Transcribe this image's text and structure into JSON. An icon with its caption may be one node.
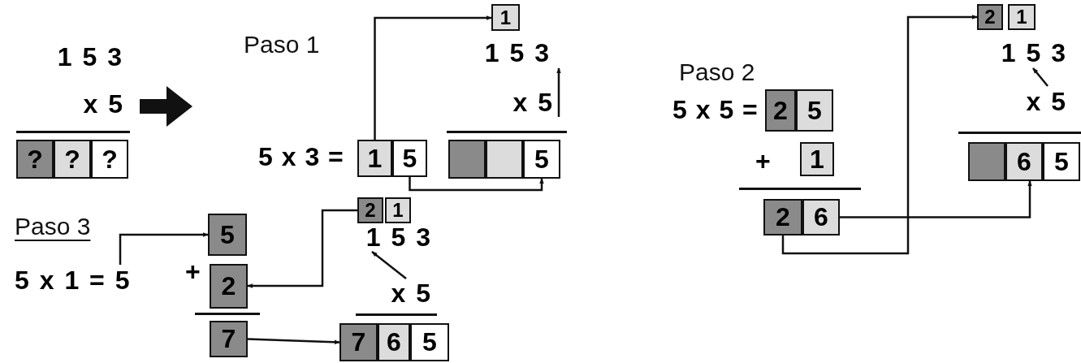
{
  "diagram": {
    "nodes": [
      {
        "text": [
          "?"
        ]
      },
      {
        "text": [
          "?"
        ]
      },
      {
        "text": [
          "?"
        ]
      },
      {
        "text": [
          "1"
        ]
      },
      {
        "text": [
          "1 5 3"
        ]
      },
      {
        "text": [
          "x 5"
        ]
      },
      {
        "text": [
          "1"
        ]
      },
      {
        "text": [
          "5"
        ]
      },
      {
        "text": [],
        "shape": "box"
      },
      {
        "text": [],
        "shape": "box"
      },
      {
        "text": [
          "5"
        ]
      },
      {
        "text": [
          "2"
        ]
      },
      {
        "text": [
          "5"
        ]
      },
      {
        "text": [
          "1"
        ]
      },
      {
        "text": [
          "2"
        ]
      },
      {
        "text": [
          "6"
        ]
      },
      {
        "text": [
          "2"
        ]
      },
      {
        "text": [
          "1"
        ]
      },
      {
        "text": [
          "1 5 3"
        ]
      },
      {
        "text": [
          "x 5"
        ]
      },
      {
        "text": [],
        "shape": "box"
      },
      {
        "text": [
          "6"
        ]
      },
      {
        "text": [
          "5"
        ]
      },
      {
        "text": [
          "5 x 1 = 5"
        ]
      },
      {
        "text": [
          "5"
        ]
      },
      {
        "text": [
          "2"
        ]
      },
      {
        "text": [
          "7"
        ]
      },
      {
        "text": [
          "2"
        ]
      },
      {
        "text": [
          "1"
        ]
      },
      {
        "text": [
          "1 5 3"
        ]
      },
      {
        "text": [
          "x 5"
        ]
      },
      {
        "text": [
          "7"
        ]
      },
      {
        "text": [
          "6"
        ]
      },
      {
        "text": [
          "5"
        ]
      }
    ],
    "edges": [
      {
        "from": 6,
        "to": 3,
        "arrow": "to"
      },
      {
        "from": 7,
        "to": 10,
        "arrow": "to"
      },
      {
        "from": 5,
        "to": 4,
        "arrow": "to"
      },
      {
        "from": 14,
        "to": 16,
        "arrow": "to"
      },
      {
        "from": 15,
        "to": 21,
        "arrow": "to"
      },
      {
        "from": 19,
        "to": 18,
        "arrow": "to"
      },
      {
        "from": 23,
        "to": 24,
        "arrow": "to"
      },
      {
        "from": 27,
        "to": 25,
        "arrow": "to"
      },
      {
        "from": 26,
        "to": 31,
        "arrow": "to"
      },
      {
        "from": 30,
        "to": 29,
        "arrow": "to"
      }
    ],
    "labels": [
      "1 5 3",
      "x 5",
      "Paso 1",
      "5 x 3 =",
      "Paso 2",
      "5 x 5 =",
      "+",
      "Paso 3",
      "+"
    ]
  }
}
